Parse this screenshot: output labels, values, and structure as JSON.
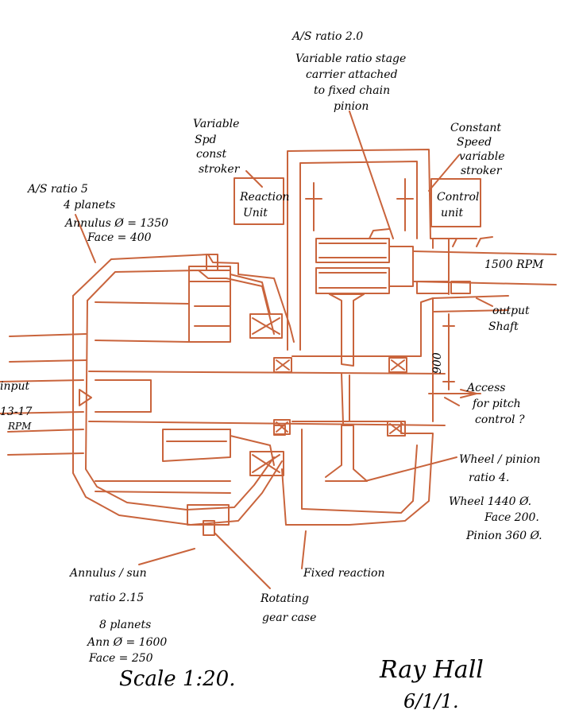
{
  "colors": {
    "ink": "#c9643c",
    "paper": "#ffffff"
  },
  "notes": {
    "top_ratio": "A/S ratio 2.0",
    "top_desc_1": "Variable ratio stage",
    "top_desc_2": "carrier attached",
    "top_desc_3": "to fixed chain",
    "top_desc_4": "pinion",
    "var_speed_1": "Variable",
    "var_speed_2": "Spd",
    "var_speed_3": "const",
    "var_speed_4": "stroker",
    "const_speed_1": "Constant",
    "const_speed_2": "Speed",
    "const_speed_3": "variable",
    "const_speed_4": "stroker",
    "left_ratio": "A/S ratio 5",
    "left_planets": "4 planets",
    "left_annulus": "Annulus Ø = 1350",
    "left_face": "Face  = 400",
    "reaction_unit_1": "Reaction",
    "reaction_unit_2": "Unit",
    "control_unit_1": "Control",
    "control_unit_2": "unit",
    "output_rpm": "1500 RPM",
    "output_shaft_1": "output",
    "output_shaft_2": "Shaft",
    "dim_900": "900",
    "access_1": "Access",
    "access_2": "for pitch",
    "access_3": "control ?",
    "input_1": "input",
    "input_2": "13-17",
    "input_3": "RPM",
    "wheel_1": "Wheel / pinion",
    "wheel_2": "ratio 4.",
    "wheel_3": "Wheel 1440 Ø.",
    "wheel_4": "Face 200.",
    "wheel_5": "Pinion 360 Ø.",
    "fixed_reaction": "Fixed reaction",
    "annulus_sun_1": "Annulus / sun",
    "annulus_sun_2": "ratio 2.15",
    "planets8_1": "8 planets",
    "planets8_2": "Ann Ø = 1600",
    "planets8_3": "Face = 250",
    "rotating_case_1": "Rotating",
    "rotating_case_2": "gear case",
    "scale": "Scale 1:20.",
    "signature": "Ray Hall",
    "date": "6/1/1."
  }
}
